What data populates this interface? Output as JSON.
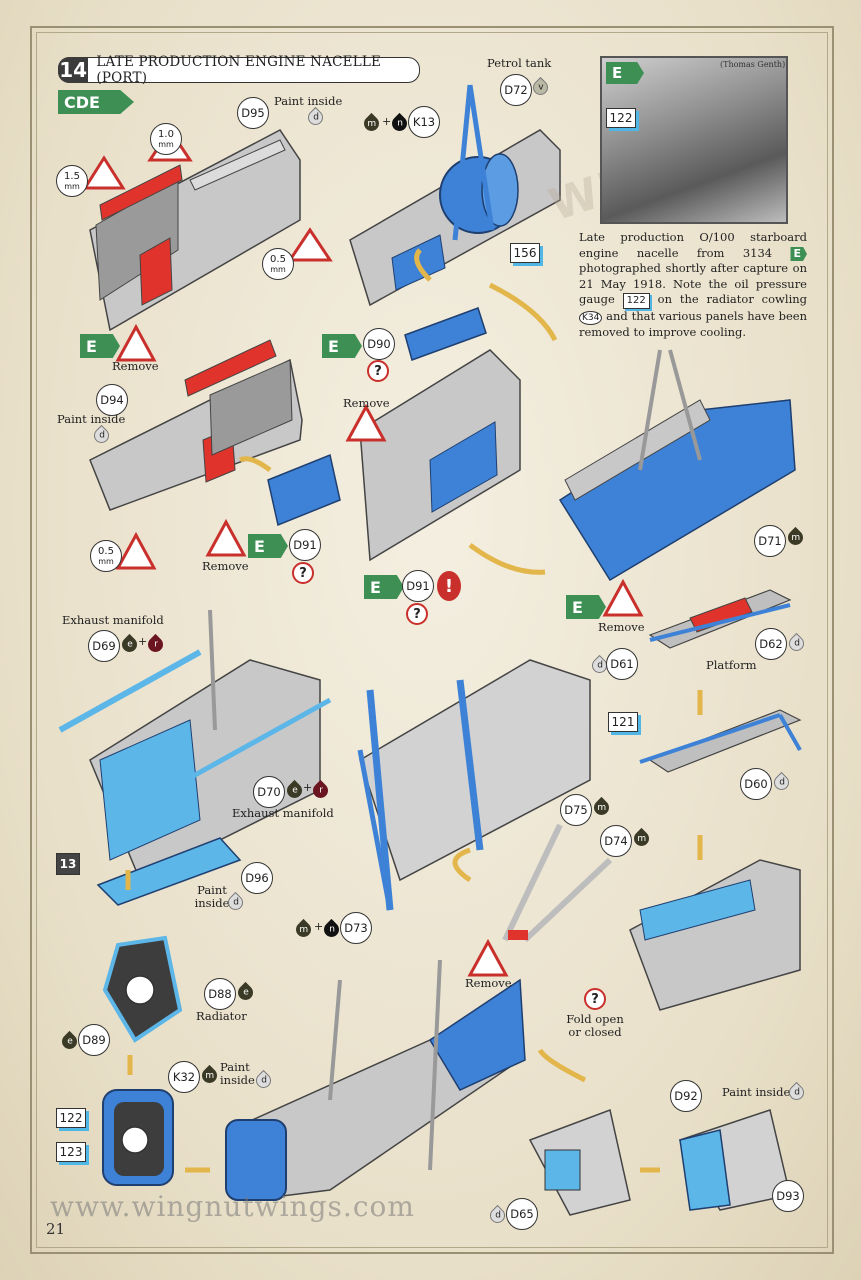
{
  "header": {
    "step_number": "14",
    "title": "LATE PRODUCTION ENGINE NACELLE (PORT)"
  },
  "versions": {
    "cde": "CDE",
    "e": "E"
  },
  "photo": {
    "flag": "E",
    "credit": "(Thomas Genth)",
    "part": "122",
    "watermark": "WNW"
  },
  "caption": {
    "text": "Late production O/100 starboard engine nacelle from 3134",
    "flag": "E",
    "text2": "photographed shortly after capture on 21 May 1918. Note the oil pressure gauge",
    "gauge": "122",
    "text3": "on the radiator cowling",
    "cowling": "K34",
    "text4": "and that various panels have been removed to improve cooling."
  },
  "labels": {
    "paint_inside": "Paint inside",
    "petrol_tank": "Petrol tank",
    "remove": "Remove",
    "exhaust_manifold": "Exhaust manifold",
    "platform": "Platform",
    "radiator": "Radiator",
    "fold_open": "Fold open",
    "or_closed": "or closed",
    "mm": "mm",
    "plus": "+",
    "question": "?",
    "exclaim": "!"
  },
  "parts": {
    "D95": "D95",
    "D72": "D72",
    "K13": "K13",
    "D94": "D94",
    "D90": "D90",
    "D91": "D91",
    "D71": "D71",
    "D61": "D61",
    "D62": "D62",
    "D69": "D69",
    "D70": "D70",
    "D60": "D60",
    "D75": "D75",
    "D74": "D74",
    "D96": "D96",
    "D73": "D73",
    "D88": "D88",
    "D89": "D89",
    "K32": "K32",
    "D92": "D92",
    "D93": "D93",
    "D65": "D65"
  },
  "boxes": {
    "b156": "156",
    "b121": "121",
    "b13": "13",
    "b122": "122",
    "b123": "123"
  },
  "sizes": {
    "s10": "1.0",
    "s15": "1.5",
    "s05": "0.5"
  },
  "paints": {
    "d": "d",
    "v": "v",
    "m": "m",
    "n": "n",
    "e": "e",
    "r": "r"
  },
  "colors": {
    "blue": "#3d82d6",
    "light_blue": "#5cb6e8",
    "grey": "#c7c7c7",
    "red": "#e0332c",
    "green": "#3e8f54"
  },
  "footer": {
    "url": "www.wingnutwings.com",
    "page": "21"
  }
}
